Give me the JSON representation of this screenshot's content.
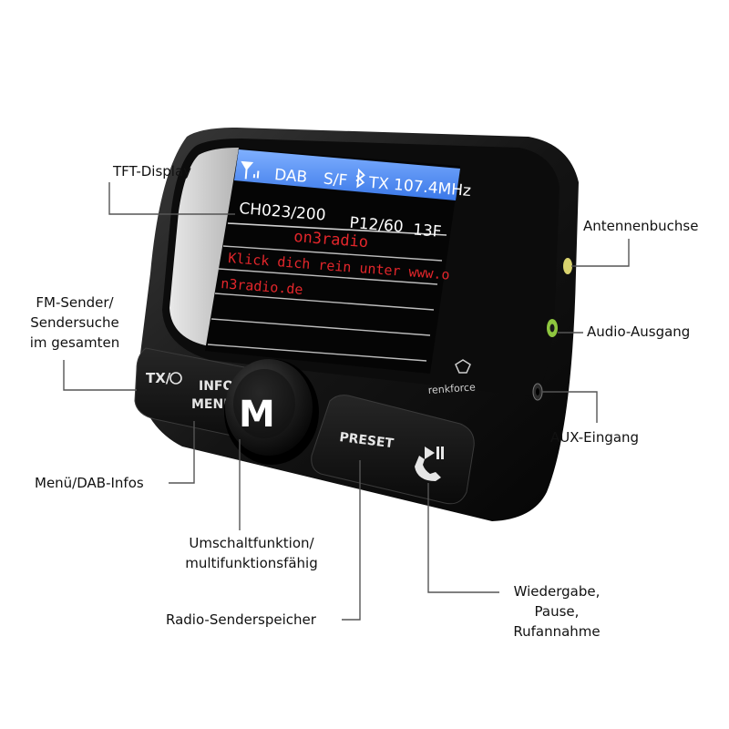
{
  "device": {
    "brand": "renkforce",
    "display": {
      "status_bar": {
        "dab": "DAB",
        "sf": "S/F",
        "tx": "TX 107.4MHz"
      },
      "row2": {
        "channel": "CH023/200",
        "preset": "P12/60",
        "band": "13F"
      },
      "station": "on3radio",
      "line1": "Klick dich rein unter www.o",
      "line2": "n3radio.de"
    },
    "buttons": {
      "tx": "TX/",
      "info": "INFO",
      "menu": "MENU",
      "m": "M",
      "preset": "PRESET"
    }
  },
  "labels": {
    "tft_display": "TFT-Display",
    "fm_sender_1": "FM-Sender/",
    "fm_sender_2": "Sendersuche",
    "fm_sender_3": "im gesamten",
    "menu_dab": "Menü/DAB-Infos",
    "umschalt_1": "Umschaltfunktion/",
    "umschalt_2": "multifunktionsfähig",
    "radio_speicher": "Radio-Senderspeicher",
    "antennenbuchse": "Antennenbuchse",
    "audio_ausgang": "Audio-Ausgang",
    "aux_eingang": "AUX-Eingang",
    "wiedergabe_1": "Wiedergabe,",
    "wiedergabe_2": "Pause,",
    "wiedergabe_3": "Rufannahme"
  }
}
